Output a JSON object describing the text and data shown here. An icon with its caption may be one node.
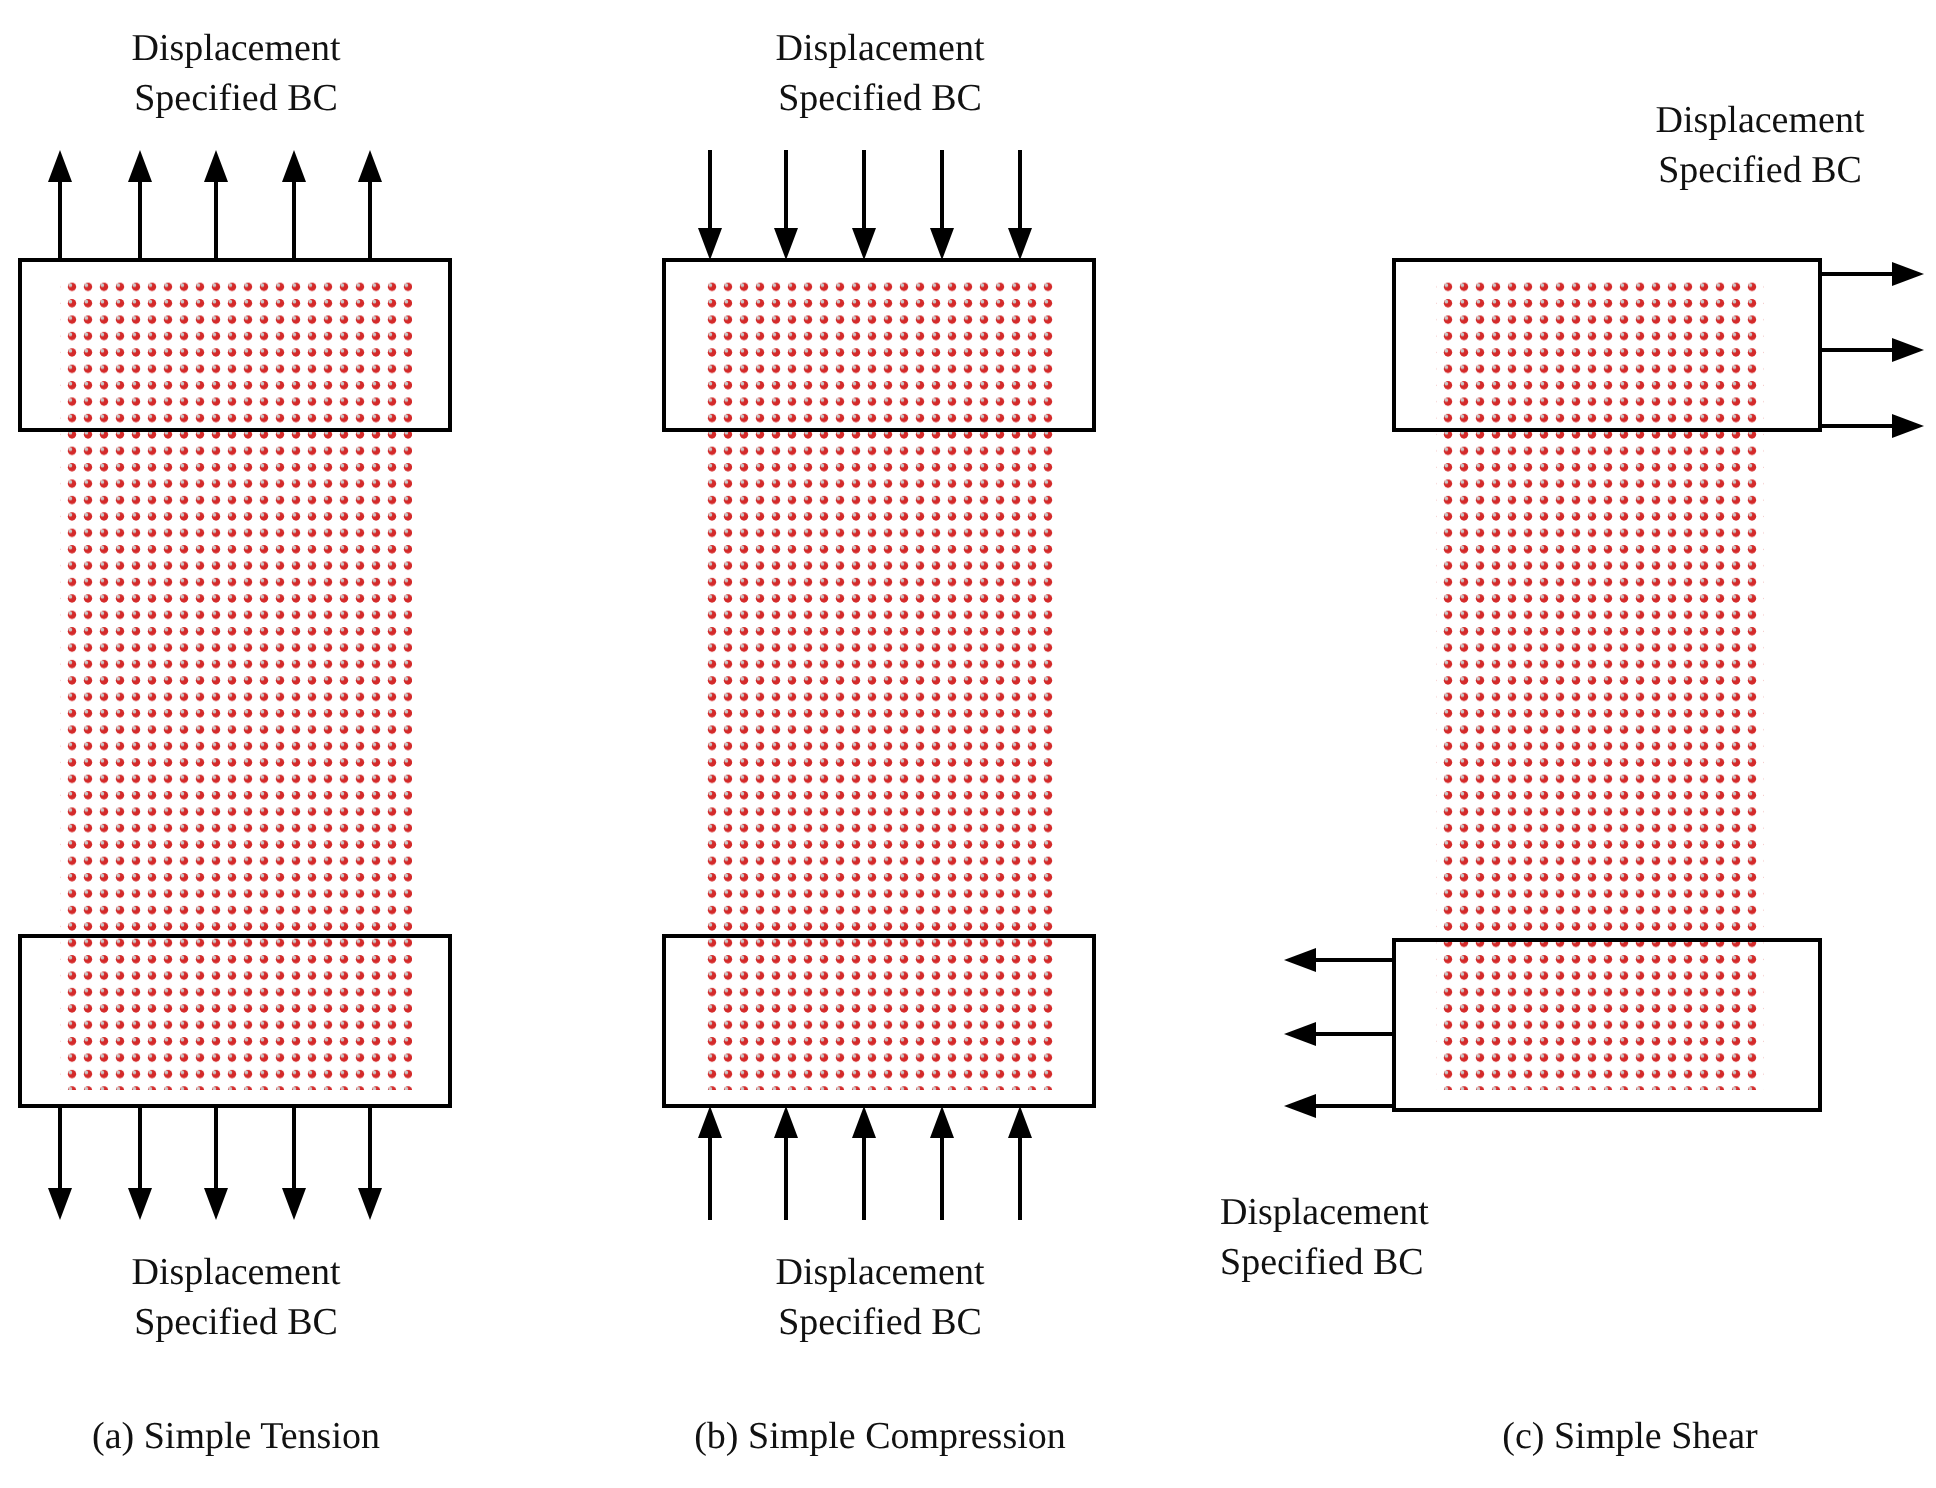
{
  "diagram": {
    "labels": [
      "Displacement Specified BC",
      "Displacement Specified BC",
      "Displacement Specified BC",
      "Displacement Specified BC",
      "Displacement Specified BC",
      "Displacement Specified BC",
      "(a) Simple Tension",
      "(b) Simple Compression",
      "(c) Simple Shear"
    ]
  }
}
